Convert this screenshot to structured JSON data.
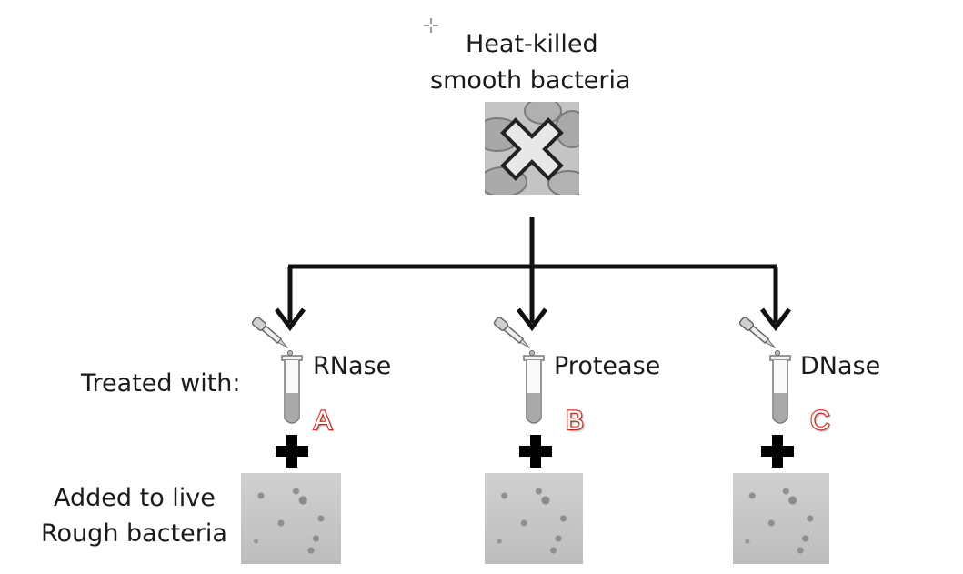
{
  "top": {
    "line1": "Heat-killed",
    "line2": "smooth bacteria"
  },
  "treated_label": "Treated with:",
  "added_label": {
    "line1": "Added to live",
    "line2": "Rough bacteria"
  },
  "branches": [
    {
      "enzyme": "RNase",
      "letter": "A"
    },
    {
      "enzyme": "Protease",
      "letter": "B"
    },
    {
      "enzyme": "DNase",
      "letter": "C"
    }
  ],
  "colors": {
    "arrow": "#111111",
    "letter_outline": "#e8372c",
    "tube_liquid": "#a9a9a9"
  }
}
